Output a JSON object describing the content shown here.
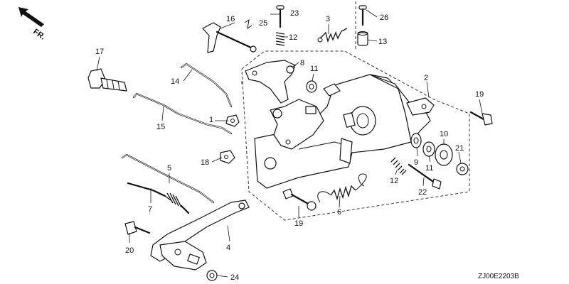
{
  "diagram": {
    "direction_label": "FR.",
    "drawing_code": "ZJ00E2203B",
    "callouts": [
      "1",
      "2",
      "3",
      "4",
      "5",
      "6",
      "7",
      "8",
      "9",
      "10",
      "11",
      "11",
      "12",
      "12",
      "13",
      "14",
      "15",
      "16",
      "17",
      "18",
      "19",
      "19",
      "20",
      "21",
      "22",
      "23",
      "24",
      "25",
      "26"
    ]
  }
}
